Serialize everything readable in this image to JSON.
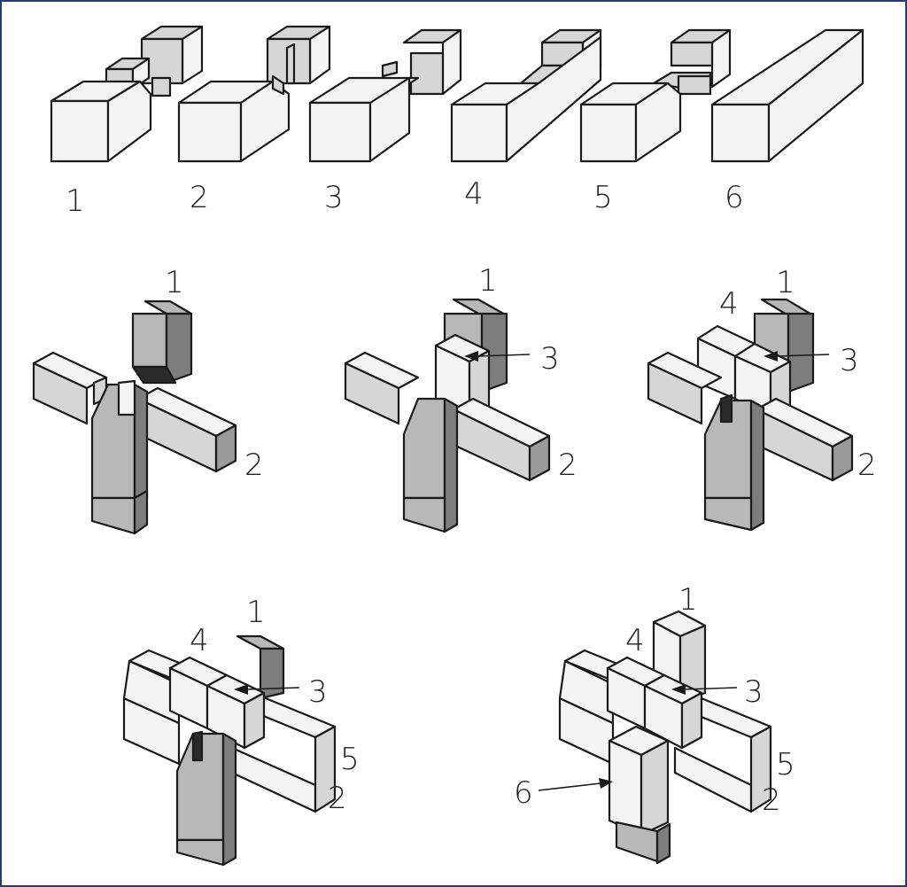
{
  "colors": {
    "outline": "#1a1a1a",
    "piece_light": "#f2f2f2",
    "piece_mid": "#cfcfcf",
    "piece_dark": "#8e8e8e",
    "notch_fill": "#d4d4d4",
    "frame_border": "#1f3f73"
  },
  "top_row": {
    "labels": [
      "1",
      "2",
      "3",
      "4",
      "5",
      "6"
    ]
  },
  "steps": [
    {
      "labels": {
        "p1": "1",
        "p2": "2"
      }
    },
    {
      "labels": {
        "p1": "1",
        "p2": "2",
        "p3": "3"
      }
    },
    {
      "labels": {
        "p1": "1",
        "p2": "2",
        "p3": "3",
        "p4": "4"
      }
    },
    {
      "labels": {
        "p1": "1",
        "p2": "2",
        "p3": "3",
        "p4": "4",
        "p5": "5"
      }
    },
    {
      "labels": {
        "p1": "1",
        "p2": "2",
        "p3": "3",
        "p4": "4",
        "p5": "5",
        "p6": "6"
      }
    }
  ]
}
